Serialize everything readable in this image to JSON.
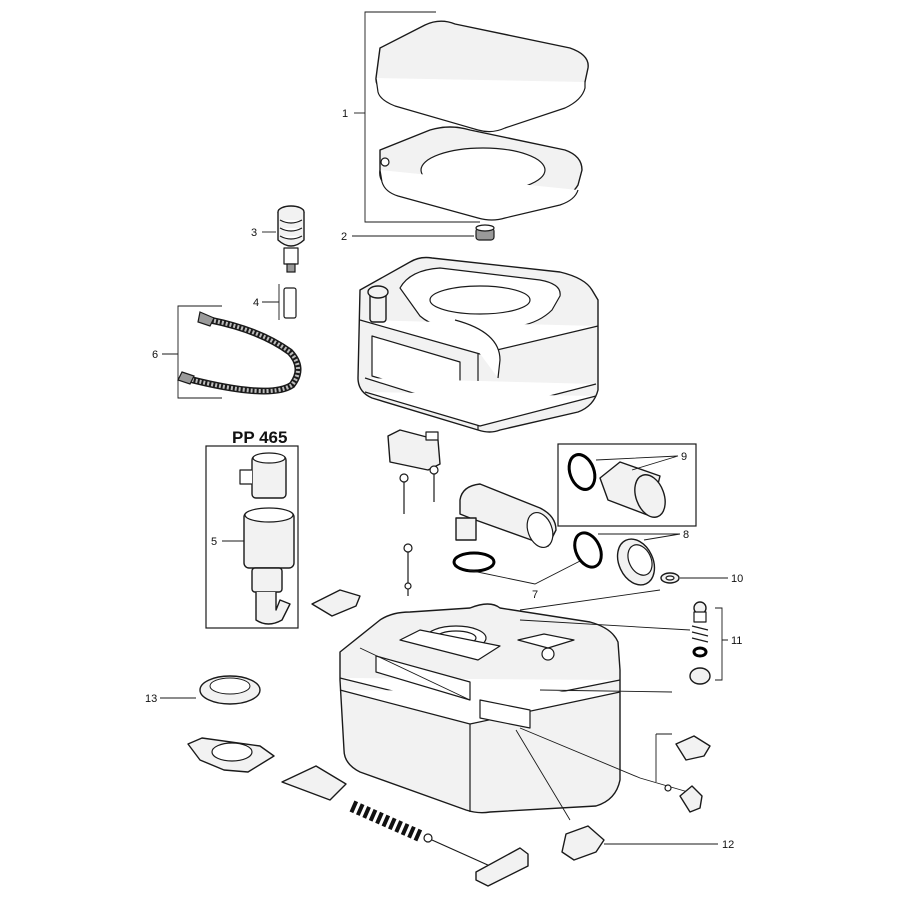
{
  "inset_title": "PP 465",
  "callouts": {
    "c1": "1",
    "c2": "2",
    "c3": "3",
    "c4": "4",
    "c5": "5",
    "c6": "6",
    "c7": "7",
    "c8": "8",
    "c9": "9",
    "c10": "10",
    "c11": "11",
    "c12": "12",
    "c13": "13"
  }
}
